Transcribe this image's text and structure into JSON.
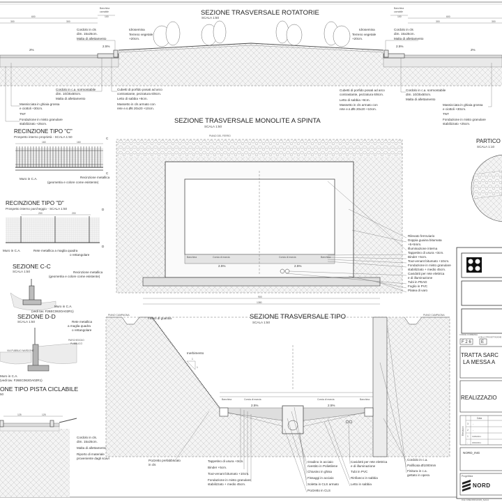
{
  "rotatorie": {
    "title": "SEZIONE TRASVERSALE ROTATORIE",
    "scale": "SCALA 1:50",
    "dims": {
      "banchina": "Banchina",
      "carrabile": "carrabile",
      "d100": "100",
      "d600": "600",
      "d300a": "300",
      "d300b": "300"
    },
    "slope_2": "2%",
    "slope_25": "2.5%",
    "left": {
      "cordolo_cls": "Cordolo in cls",
      "cordolo_cls_dim": "dim. 15x25cm.",
      "malta": "Malta di allettamento",
      "idrosemina": "Idrosemina",
      "terreno": "Terreno vegetale",
      "terreno_sp": "+20cm.",
      "cordolo_ca": "Cordolo in c.a. sormontabile",
      "cordolo_ca_dim": "dim. 10/25x50cm.",
      "malta2": "Malta di allettamento",
      "cubetti": "Cubetti di porfido posati ad arco",
      "cubetti2": "contrastante, pezzatura 6/8cm.",
      "letto": "Letto di sabbia +8cm.",
      "massetto": "Massetto in cls armato con",
      "massetto2": "rete e.s.Ø6 20x20 +10cm.",
      "massicciata": "Massicciata in ghiaia grossa",
      "massicciata2": "e ciottoli +30cm.",
      "tnt": "TNT",
      "fondazione": "Fondazione in misto granulare",
      "fondazione2": "stabilizzato +25cm."
    }
  },
  "recinzione_c": {
    "title": "RECINZIONE TIPO \"C\"",
    "sub": "Prospetto interno proprietà - SCALA 1:50",
    "muro": "Muro in C.A.",
    "recinzione": "Recinzione metallica",
    "geometria": "(geometria e colore come esistente)",
    "dim1": "160",
    "dim2": "160",
    "sec": "C"
  },
  "recinzione_d": {
    "title": "RECINZIONE TIPO \"D\"",
    "sub": "Prospetto interno parcheggio - SCALA 1:50",
    "muro": "Muro in C.A.",
    "rete": "Rete metallica a maglia quadra",
    "rete2": "o rettangolare",
    "dim1": "200",
    "dim2": "200",
    "sec": "D"
  },
  "sezione_cc": {
    "title": "SEZIONE C-C",
    "scale": "SCALA 1:50",
    "recinzione": "Recinzione metallica",
    "geometria": "(geometria e colore come esistente)",
    "muro": "Muro in C.A.",
    "vedi": "(vedi tav. F26EC063OA02R1)"
  },
  "sezione_dd": {
    "title": "SEZIONE D-D",
    "scale": "SCALA 1:50",
    "rete": "Rete metallica",
    "rete2": "a maglia quadra",
    "rete3": "o rettangolare",
    "parcheggio": "PARCHEGGIO",
    "pubblico": "PUBBLICO",
    "via": "VIA PUBBLIO NARDONE",
    "muro": "Muro in C.A.",
    "vedi": "(vedi tav. F26EC063OA02R1)"
  },
  "pista": {
    "title": "ONE TIPO PISTA CICLABILE",
    "scale": "50",
    "cordolo": "Cordolo in cls.",
    "cordolo2": "dim. 15x25cm.",
    "malta": "Malta di allettamento",
    "riporto": "Riporto di materiale",
    "riporto2": "proveniente dagli scavi",
    "d1": "125",
    "d2": "125"
  },
  "monolite": {
    "title": "SEZIONE TRASVERSALE MONOLITE A SPINTA",
    "scale": "SCALA 1:50",
    "piano": "PIANO DEL FERRO",
    "banchina": "Banchina",
    "corsia": "Corsia di marcia",
    "slope": "2.5%",
    "dim_total": "1380",
    "dim_mid": "900",
    "labels": [
      "Rilevato ferroviario",
      "Doppia guaina bitumata",
      "+5+5mm.",
      "Illuminazione interna",
      "Tappetino di usura +3cm.",
      "Binder +5cm.",
      "Tout-venant bitumato +10cm.",
      "Fondazione in misto granulare",
      "stabilizzato + medio 45cm.",
      "Cavidotti per rete elettrica",
      "e di illuminazione",
      "Tubi in PEAD",
      "Foglio in PVC",
      "Platea di varo"
    ]
  },
  "tipo": {
    "title": "SEZIONE TRASVERSALE TIPO",
    "scale": "SCALA 1:50",
    "piano": "PIANO CAMPAGNA",
    "fosso": "Fosso di guardia",
    "inerbimento": "Inerbimento",
    "banchina": "Banchina",
    "corsia": "Corsia di marcia",
    "slope": "2.5%",
    "ratio": "1",
    "pozzetto_pref": "Pozzetto prefabbricato",
    "pozzetto_pref2": "in cls",
    "col1": [
      "Tappetino di usura +3cm.",
      "Binder +5cm.",
      "Tout-venant bitumato +10cm.",
      "Fondazione in misto granulare",
      "stabilizzato + medio 45cm."
    ],
    "col2": [
      "Gradino in acciaio",
      "rivestito in Polietilene",
      "Chiusino in ghisa",
      "Fissaggi in acciaio",
      "Soletta in CLS armato",
      "Pozzetto in CLS"
    ],
    "col3": [
      "Cavidotti per rete elettrica",
      "e di illuminazione",
      "Tubi in PVC",
      "Rinfianco in sabbia",
      "Letto in sabbia"
    ],
    "col4": [
      "Cordolo in c.a.",
      "Palificata Ø1000mm",
      "Finitura in c.a.",
      "gettato in opera"
    ]
  },
  "particolare": {
    "title": "PARTICO",
    "scale": "SCALA 1:10"
  },
  "title_block": {
    "code_label1": "CODICE COMMESSA",
    "code_label2": "LIVELLO PROGETTAZIONE",
    "code1": "F 2 6",
    "code2": "E",
    "tratta1": "TRATTA SARC",
    "tratta2": "LA MESSA A",
    "realizzazione": "REALIZZAZIO",
    "revisioni": "Revisioni",
    "data": "Data",
    "rev": [
      "3",
      "2",
      "1",
      "-"
    ],
    "rev_dates": [
      "-",
      "-",
      "01/06/2011",
      "30/03/2011"
    ],
    "nord_ing": "NORD_ING",
    "progettista": "Progettista",
    "nord": "NORD",
    "file": "FILE: F26EC063OA01R1_Sezioni"
  }
}
